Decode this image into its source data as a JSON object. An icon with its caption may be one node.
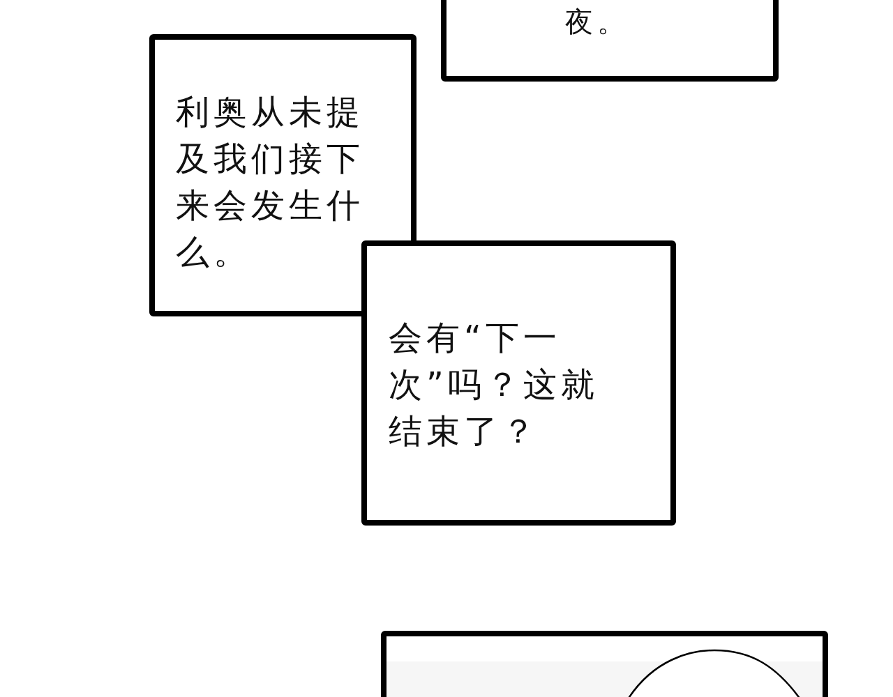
{
  "diagram": {
    "nodes": [
      {
        "text": [
          "夜。"
        ]
      },
      {
        "text": [
          "利奥从未提及我们接下来会发生什么。"
        ]
      },
      {
        "text": [
          "会有“下一次”吗？这就结束了？"
        ]
      },
      {
        "text": [],
        "shape": "picture"
      }
    ]
  }
}
